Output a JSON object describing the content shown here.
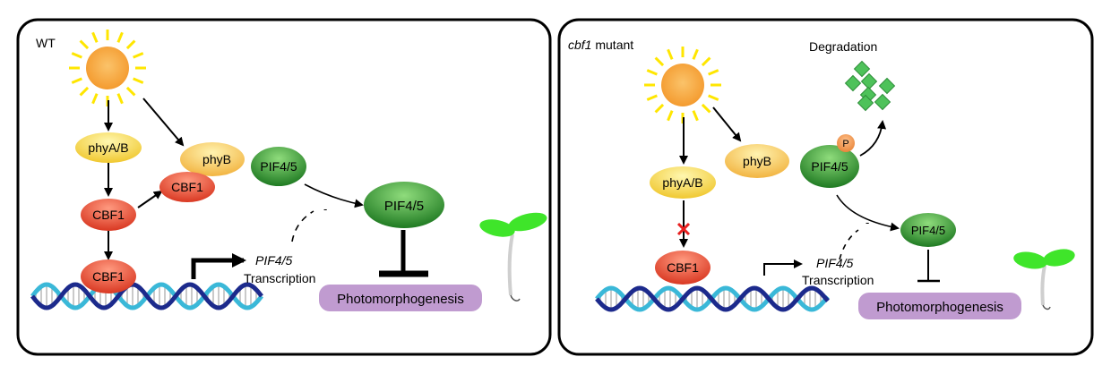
{
  "left_panel": {
    "title": "WT",
    "nodes": {
      "phyAB": "phyA/B",
      "phyB": "phyB",
      "cbf1_upper": "CBF1",
      "cbf1_mid": "CBF1",
      "cbf1_dna": "CBF1",
      "pif_small": "PIF4/5",
      "pif_large": "PIF4/5"
    },
    "transcription_gene": "PIF4/5",
    "transcription_label": "Transcription",
    "inhibition_sign": "-",
    "outcome": "Photomorphogenesis"
  },
  "right_panel": {
    "title_italic": "cbf1",
    "title_rest": " mutant",
    "degradation_label": "Degradation",
    "nodes": {
      "phyAB": "phyA/B",
      "phyB": "phyB",
      "cbf1": "CBF1",
      "pif_phos": "PIF4/5",
      "phospho": "P",
      "pif_small": "PIF4/5"
    },
    "transcription_gene": "PIF4/5",
    "transcription_label": "Transcription",
    "inhibition_sign": "-",
    "outcome": "Photomorphogenesis"
  },
  "colors": {
    "sun": "#f7a943",
    "sun_rays": "#ffe600",
    "phy_fill": "#f3de3c",
    "cbf1_fill": "#e0432a",
    "pif_fill": "#2e8b2e",
    "outcome_fill": "#c09bd0",
    "block_x": "#e82020",
    "seedling_leaf": "#3fe52a",
    "dna_dark": "#1c2a8c",
    "dna_light": "#3ab8d8"
  },
  "icons": [
    "sun-icon",
    "dna-helix-icon",
    "seedling-icon",
    "degradation-fragments-icon",
    "block-x-icon"
  ]
}
